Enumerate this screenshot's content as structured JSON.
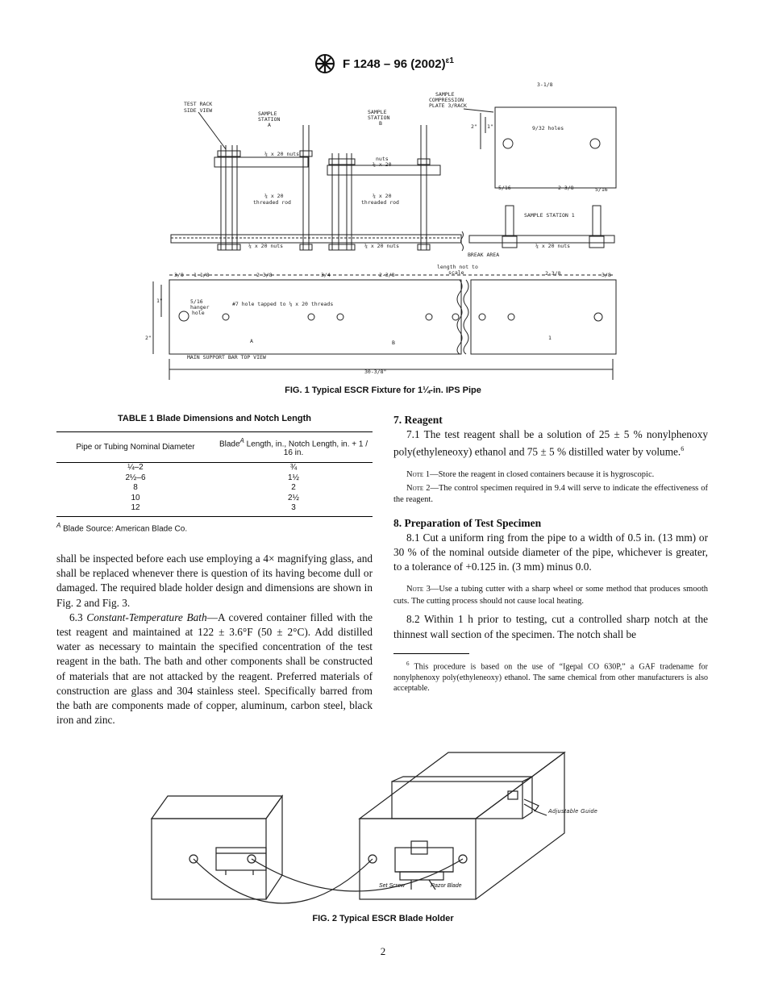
{
  "header": {
    "designation": "F 1248 – 96 (2002)",
    "epsilon": "ε1"
  },
  "figure1": {
    "caption": "FIG. 1 Typical ESCR Fixture for 1¼-in. IPS Pipe",
    "labels": {
      "test_rack": "TEST RACK",
      "side_view": "SIDE VIEW",
      "sample_station_a_1": "SAMPLE",
      "sample_station_a_2": "STATION",
      "sample_station_a_3": "A",
      "sample_station_b_1": "SAMPLE",
      "sample_station_b_2": "STATION",
      "sample_station_b_3": "B",
      "compression_1": "SAMPLE",
      "compression_2": "COMPRESSION",
      "compression_3": "PLATE 3/RACK",
      "dim_3_1_8": "3-1/8",
      "dim_2in": "2\"",
      "dim_1in": "1\"",
      "holes_9_32": "9/32 holes",
      "nuts_a": "¼ x 20 nuts",
      "nuts_b1": "nuts",
      "nuts_b2": "¼ x 20",
      "rod_a1": "¼ x 20",
      "rod_a2": "threaded rod",
      "rod_b1": "¼ x 20",
      "rod_b2": "threaded rod",
      "dim_5_16_l": "5/16",
      "dim_2_3_8_top": "2-3/8",
      "dim_5_16_r": "5/16",
      "sample_station_1": "SAMPLE STATION 1",
      "bottom_nuts_a": "¼ x 20 nuts",
      "bottom_nuts_b": "¼ x 20 nuts",
      "bottom_nuts_c": "¼ x 20 nuts",
      "break_area": "BREAK AREA",
      "length_note_1": "length not to",
      "length_note_2": "scale",
      "dim_3_8_l": "3/8",
      "dim_1_1_8": "1-1/8",
      "dim_2_3_8_a": "2-3/8",
      "dim_3_4": "3/4",
      "dim_2_3_8_b": "2-3/8",
      "dim_2_3_8_c": "2-3/8",
      "dim_3_8_r": "3/8",
      "dim_1in_side": "1\"",
      "dim_2in_side": "2\"",
      "hanger_1": "5/16",
      "hanger_2": "hanger",
      "hanger_3": "hole",
      "tapped_hole": "#7 hole tapped to ¼ x 20 threads",
      "station_a": "A",
      "station_b": "B",
      "station_1": "1",
      "main_support": "MAIN SUPPORT BAR TOP VIEW",
      "overall_length": "30-3/8\""
    }
  },
  "table1": {
    "title": "TABLE 1   Blade Dimensions and Notch Length",
    "col1_header": "Pipe or Tubing Nominal Diameter",
    "col2_header_pre": "Blade",
    "col2_header_sup": "A",
    "col2_header_post": " Length, in., Notch Length, in. + 1 / 16  in.",
    "rows": [
      {
        "diameter": "¼–2",
        "length": "¾"
      },
      {
        "diameter": "2½–6",
        "length": "1½"
      },
      {
        "diameter": "8",
        "length": "2"
      },
      {
        "diameter": "10",
        "length": "2½"
      },
      {
        "diameter": "12",
        "length": "3"
      }
    ],
    "footnote_sup": "A",
    "footnote": " Blade Source: American Blade Co."
  },
  "left_column": {
    "para_continued": "shall be inspected before each use employing a 4× magnifying glass, and shall be replaced whenever there is question of its having become dull or damaged. The required blade holder design and dimensions are shown in Fig. 2 and Fig. 3.",
    "para_6_3_num": "6.3 ",
    "para_6_3_title": "Constant-Temperature Bath",
    "para_6_3_text": "—A covered container filled with the test reagent and maintained at 122 ± 3.6°F (50 ± 2°C). Add distilled water as necessary to maintain the specified concentration of the test reagent in the bath. The bath and other components shall be constructed of materials that are not attacked by the reagent. Preferred materials of construction are glass and 304 stainless steel. Specifically barred from the bath are components made of copper, aluminum, carbon steel, black iron and zinc."
  },
  "right_column": {
    "sec7_heading": "7. Reagent",
    "para_7_1": "7.1 The test reagent shall be a solution of 25 ± 5 % nonylphenoxy poly(ethyleneoxy) ethanol and 75 ± 5 % distilled water by volume.",
    "para_7_1_sup": "6",
    "note1_label": "Note",
    "note1_text": " 1—Store the reagent in closed containers because it is hygroscopic.",
    "note2_label": "Note",
    "note2_text": " 2—The control specimen required in 9.4 will serve to indicate the effectiveness of the reagent.",
    "sec8_heading": "8. Preparation of Test Specimen",
    "para_8_1": "8.1 Cut a uniform ring from the pipe to a width of 0.5 in. (13 mm) or 30 % of the nominal outside diameter of the pipe, whichever is greater, to a tolerance of +0.125 in. (3 mm) minus 0.0.",
    "note3_label": "Note",
    "note3_text": " 3—Use a tubing cutter with a sharp wheel or some method that produces smooth cuts. The cutting process should not cause local heating.",
    "para_8_2": "8.2 Within 1 h prior to testing, cut a controlled sharp notch at the thinnest wall section of the specimen. The notch shall be",
    "footnote_sup": "6",
    "footnote_text": " This procedure is based on the use of “Igepal CO 630P,” a GAF tradename for nonylphenoxy poly(ethyleneoxy) ethanol. The same chemical from other manufacturers is also acceptable."
  },
  "figure2": {
    "caption": "FIG. 2 Typical ESCR Blade Holder",
    "label_adjustable": "Adjustable Guide",
    "label_set_screw": "Set Screw",
    "label_razor": "Razor Blade"
  },
  "page_number": "2"
}
